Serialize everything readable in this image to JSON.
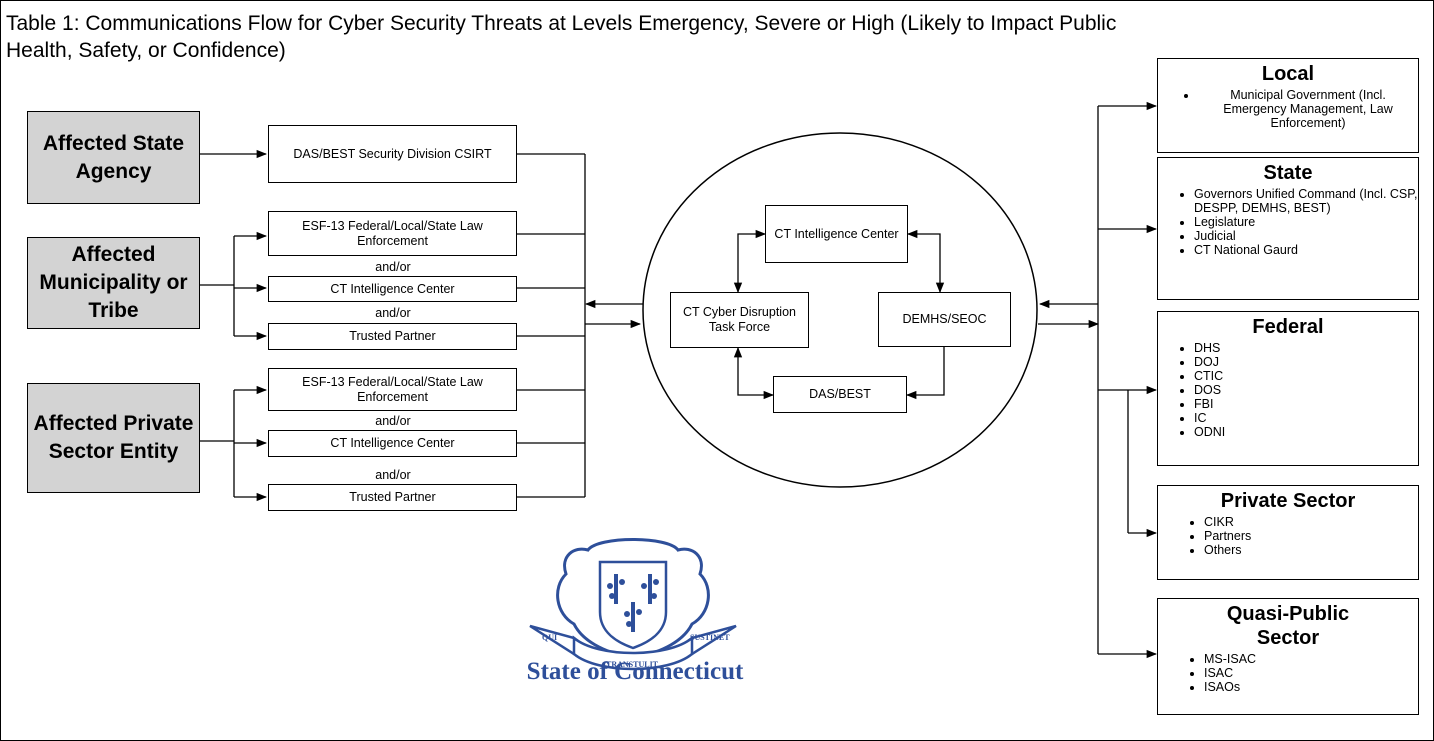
{
  "title": "Table 1: Communications Flow for Cyber Security Threats at Levels Emergency, Severe or High (Likely to Impact Public Health, Safety, or Confidence)",
  "sources": {
    "state_agency": "Affected State Agency",
    "municipality": "Affected Municipality or Tribe",
    "private_sector": "Affected Private Sector Entity"
  },
  "intake": {
    "das_best_security": "DAS/BEST Security Division CSIRT",
    "esf13_a": "ESF-13 Federal/Local/State Law Enforcement",
    "ctic_a": "CT Intelligence Center",
    "trusted_a": "Trusted Partner",
    "esf13_b": "ESF-13 Federal/Local/State Law Enforcement",
    "ctic_b": "CT Intelligence Center",
    "trusted_b": "Trusted Partner",
    "andor": "and/or"
  },
  "core": {
    "ctic": "CT Intelligence Center",
    "task_force": "CT Cyber Disruption Task Force",
    "demhs": "DEMHS/SEOC",
    "das_best": "DAS/BEST"
  },
  "recipients": {
    "local": {
      "title": "Local",
      "items": [
        "Municipal Government (Incl. Emergency Management, Law Enforcement)"
      ]
    },
    "state": {
      "title": "State",
      "items": [
        "Governors Unified Command (Incl. CSP, DESPP, DEMHS, BEST)",
        "Legislature",
        "Judicial",
        "CT National Gaurd"
      ]
    },
    "federal": {
      "title": "Federal",
      "items": [
        "DHS",
        "DOJ",
        "CTIC",
        "DOS",
        "FBI",
        "IC",
        "ODNI"
      ]
    },
    "private": {
      "title": "Private Sector",
      "items": [
        "CIKR",
        "Partners",
        "Others"
      ]
    },
    "quasi": {
      "title": "Quasi-Public Sector",
      "items": [
        "MS-ISAC",
        "ISAC",
        "ISAOs"
      ]
    }
  },
  "seal": {
    "text": "State of Connecticut",
    "motto": [
      "QUI",
      "TRANSTULIT",
      "SUSTINET"
    ]
  },
  "colors": {
    "seal_blue": "#2e4f9a",
    "source_fill": "#d3d3d3"
  }
}
